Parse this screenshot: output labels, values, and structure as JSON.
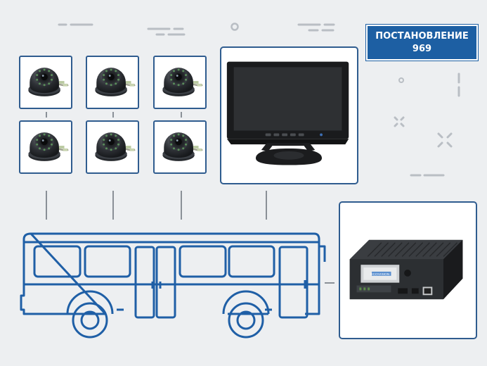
{
  "badge": {
    "line1": "ПОСТАНОВЛЕНИЕ",
    "line2": "969"
  },
  "colors": {
    "background": "#edeff1",
    "frame_blue": "#2f5c8f",
    "bus_outline": "#1f5fa6",
    "badge_bg": "#1d5fa3",
    "connector_gray": "#8a9097",
    "decor_gray": "#b9bec4"
  },
  "devices": {
    "cameras": [
      "dome-camera",
      "dome-camera",
      "dome-camera",
      "dome-camera",
      "dome-camera",
      "dome-camera"
    ],
    "monitor": "lcd-monitor",
    "recorder": "mobile-dvr",
    "vehicle": "city-bus"
  },
  "dvr": {
    "brand": "ECOVISION"
  }
}
